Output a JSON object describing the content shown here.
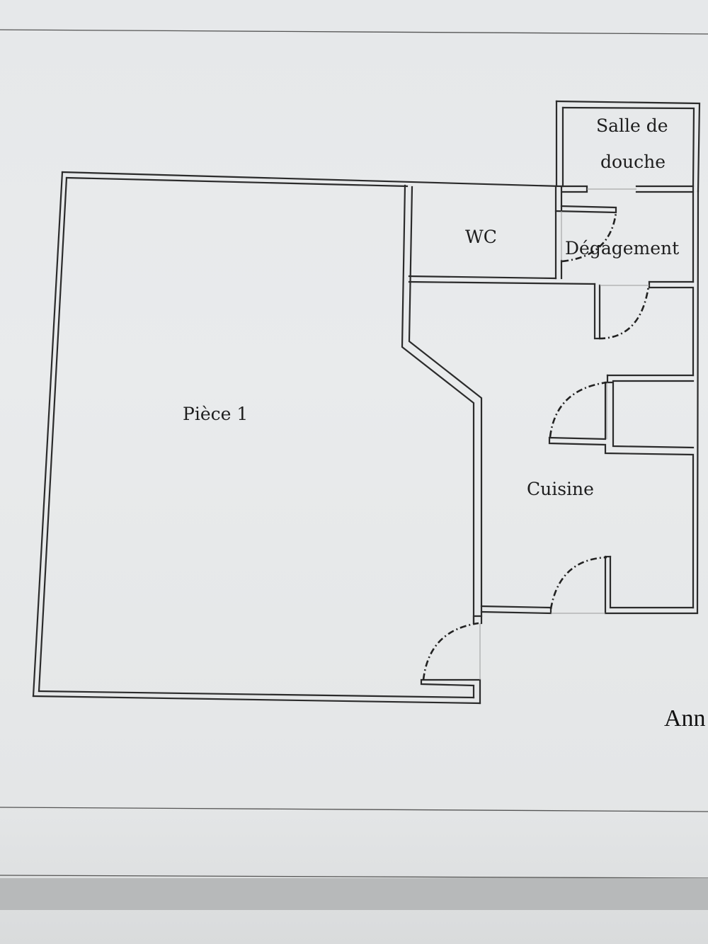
{
  "rooms": {
    "salle_de_douche_line1": "Salle de",
    "salle_de_douche_line2": "douche",
    "wc": "WC",
    "degagement": "Dégagement",
    "piece_1": "Pièce 1",
    "cuisine": "Cuisine"
  },
  "margin_text": "Ann"
}
